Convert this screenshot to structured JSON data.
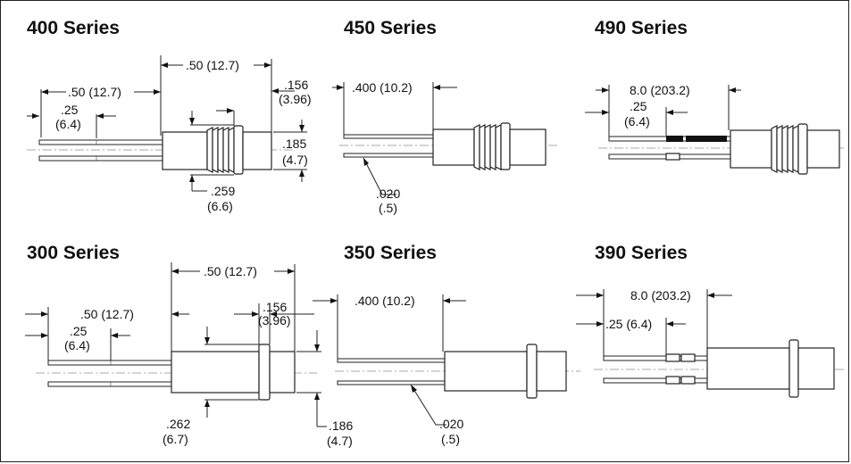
{
  "series": {
    "s400": {
      "title": "400 Series",
      "dims": {
        "a": ".50 (12.7)",
        "b": ".50 (12.7)",
        "c1": ".25",
        "c2": "(6.4)",
        "d1": ".156",
        "d2": "(3.96)",
        "e1": ".185",
        "e2": "(4.7)",
        "f1": ".259",
        "f2": "(6.6)"
      }
    },
    "s450": {
      "title": "450 Series",
      "dims": {
        "a": ".400 (10.2)",
        "b1": ".020",
        "b2": "(.5)"
      }
    },
    "s490": {
      "title": "490 Series",
      "dims": {
        "a": "8.0 (203.2)",
        "b1": ".25",
        "b2": "(6.4)"
      }
    },
    "s300": {
      "title": "300 Series",
      "dims": {
        "a": ".50 (12.7)",
        "b": ".50 (12.7)",
        "c1": ".25",
        "c2": "(6.4)",
        "d1": ".156",
        "d2": "(3.96)",
        "e1": ".262",
        "e2": "(6.7)",
        "f1": ".186",
        "f2": "(4.7)"
      }
    },
    "s350": {
      "title": "350 Series",
      "dims": {
        "a": ".400 (10.2)",
        "b1": ".020",
        "b2": "(.5)"
      }
    },
    "s390": {
      "title": "390 Series",
      "dims": {
        "a": "8.0 (203.2)",
        "b": ".25 (6.4)"
      }
    }
  }
}
